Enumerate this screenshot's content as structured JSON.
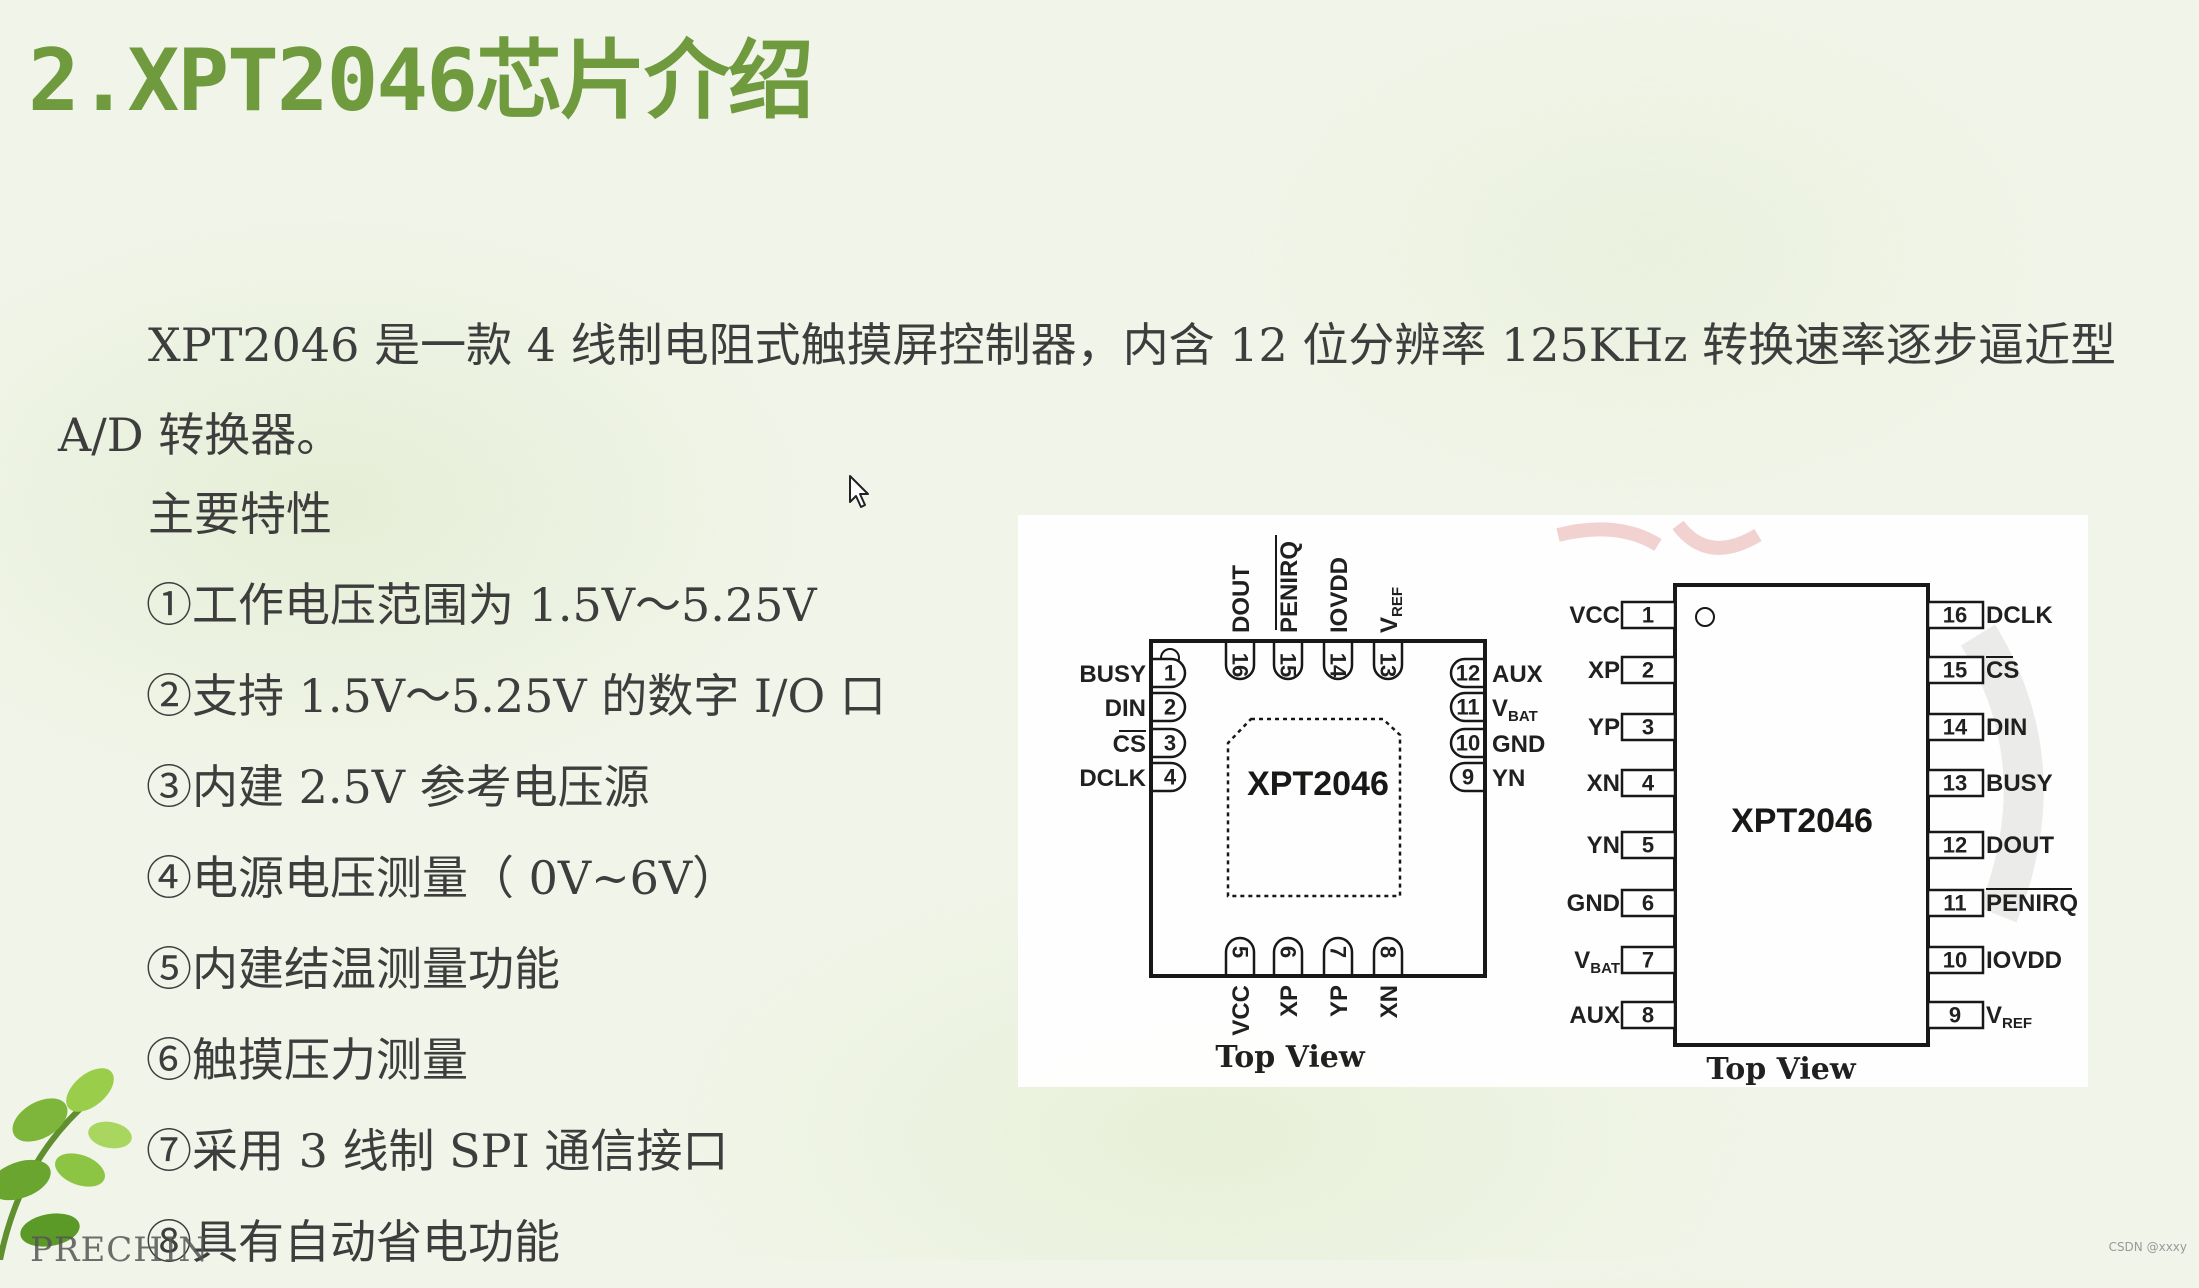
{
  "title": "2.XPT2046芯片介绍",
  "intro": "XPT2046 是一款 4 线制电阻式触摸屏控制器，内含 12 位分辨率 125KHz 转换速率逐步逼近型 A/D 转换器。",
  "features_heading": "主要特性",
  "features": [
    "①工作电压范围为 1.5V～5.25V",
    "②支持 1.5V～5.25V 的数字 I/O 口",
    "③内建 2.5V 参考电压源",
    "④电源电压测量（ 0V~6V）",
    "⑤内建结温测量功能",
    "⑥触摸压力测量",
    "⑦采用 3 线制 SPI 通信接口",
    "⑧具有自动省电功能"
  ],
  "diagram": {
    "qfn": {
      "chip_label": "XPT2046",
      "view_label": "Top View",
      "left_pins": [
        {
          "num": "1",
          "name": "BUSY"
        },
        {
          "num": "2",
          "name": "DIN"
        },
        {
          "num": "3",
          "name": "CS"
        },
        {
          "num": "4",
          "name": "DCLK"
        }
      ],
      "right_pins": [
        {
          "num": "12",
          "name": "AUX"
        },
        {
          "num": "11",
          "name": "VBAT",
          "name_main": "V",
          "name_sub": "BAT"
        },
        {
          "num": "10",
          "name": "GND"
        },
        {
          "num": "9",
          "name": "YN"
        }
      ],
      "top_pins": [
        {
          "num": "16",
          "name": "DOUT"
        },
        {
          "num": "15",
          "name": "PENIRQ"
        },
        {
          "num": "14",
          "name": "IOVDD"
        },
        {
          "num": "13",
          "name": "VREF",
          "name_main": "V",
          "name_sub": "REF"
        }
      ],
      "bottom_pins": [
        {
          "num": "5",
          "name": "VCC"
        },
        {
          "num": "6",
          "name": "XP"
        },
        {
          "num": "7",
          "name": "YP"
        },
        {
          "num": "8",
          "name": "XN"
        }
      ]
    },
    "dip": {
      "chip_label": "XPT2046",
      "view_label": "Top View",
      "left_pins": [
        {
          "num": "1",
          "name": "VCC"
        },
        {
          "num": "2",
          "name": "XP"
        },
        {
          "num": "3",
          "name": "YP"
        },
        {
          "num": "4",
          "name": "XN"
        },
        {
          "num": "5",
          "name": "YN"
        },
        {
          "num": "6",
          "name": "GND"
        },
        {
          "num": "7",
          "name": "VBAT",
          "name_main": "V",
          "name_sub": "BAT"
        },
        {
          "num": "8",
          "name": "AUX"
        }
      ],
      "right_pins": [
        {
          "num": "16",
          "name": "DCLK"
        },
        {
          "num": "15",
          "name": "CS"
        },
        {
          "num": "14",
          "name": "DIN"
        },
        {
          "num": "13",
          "name": "BUSY"
        },
        {
          "num": "12",
          "name": "DOUT"
        },
        {
          "num": "11",
          "name": "PENIRQ"
        },
        {
          "num": "10",
          "name": "IOVDD"
        },
        {
          "num": "9",
          "name": "VREF",
          "name_main": "V",
          "name_sub": "REF"
        }
      ]
    }
  },
  "footer": {
    "brand": "PRECHIN",
    "watermark": "CSDN @xxxy"
  }
}
